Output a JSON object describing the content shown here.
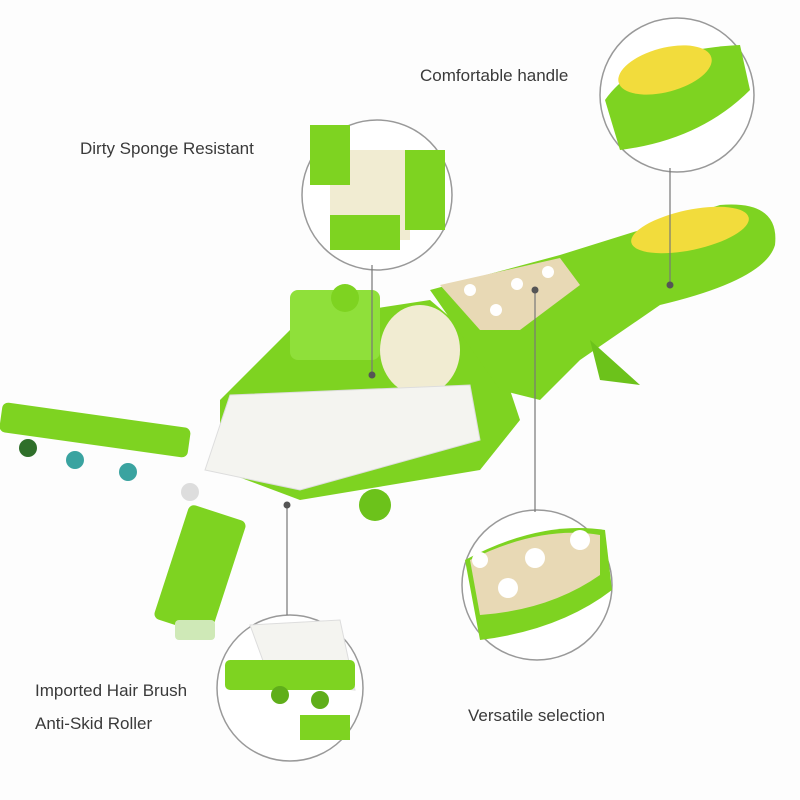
{
  "labels": {
    "comfortable_handle": "Comfortable handle",
    "dirty_sponge": "Dirty Sponge Resistant",
    "hair_brush": "Imported Hair Brush",
    "anti_skid": "Anti-Skid Roller",
    "versatile": "Versatile selection"
  },
  "colors": {
    "product_green": "#7ed321",
    "dark_green": "#5fae1a",
    "handle_yellow": "#f2dc3c",
    "button_panel": "#e8d9b5",
    "bristles": "#f4f4f0",
    "leader_line": "#777777"
  }
}
